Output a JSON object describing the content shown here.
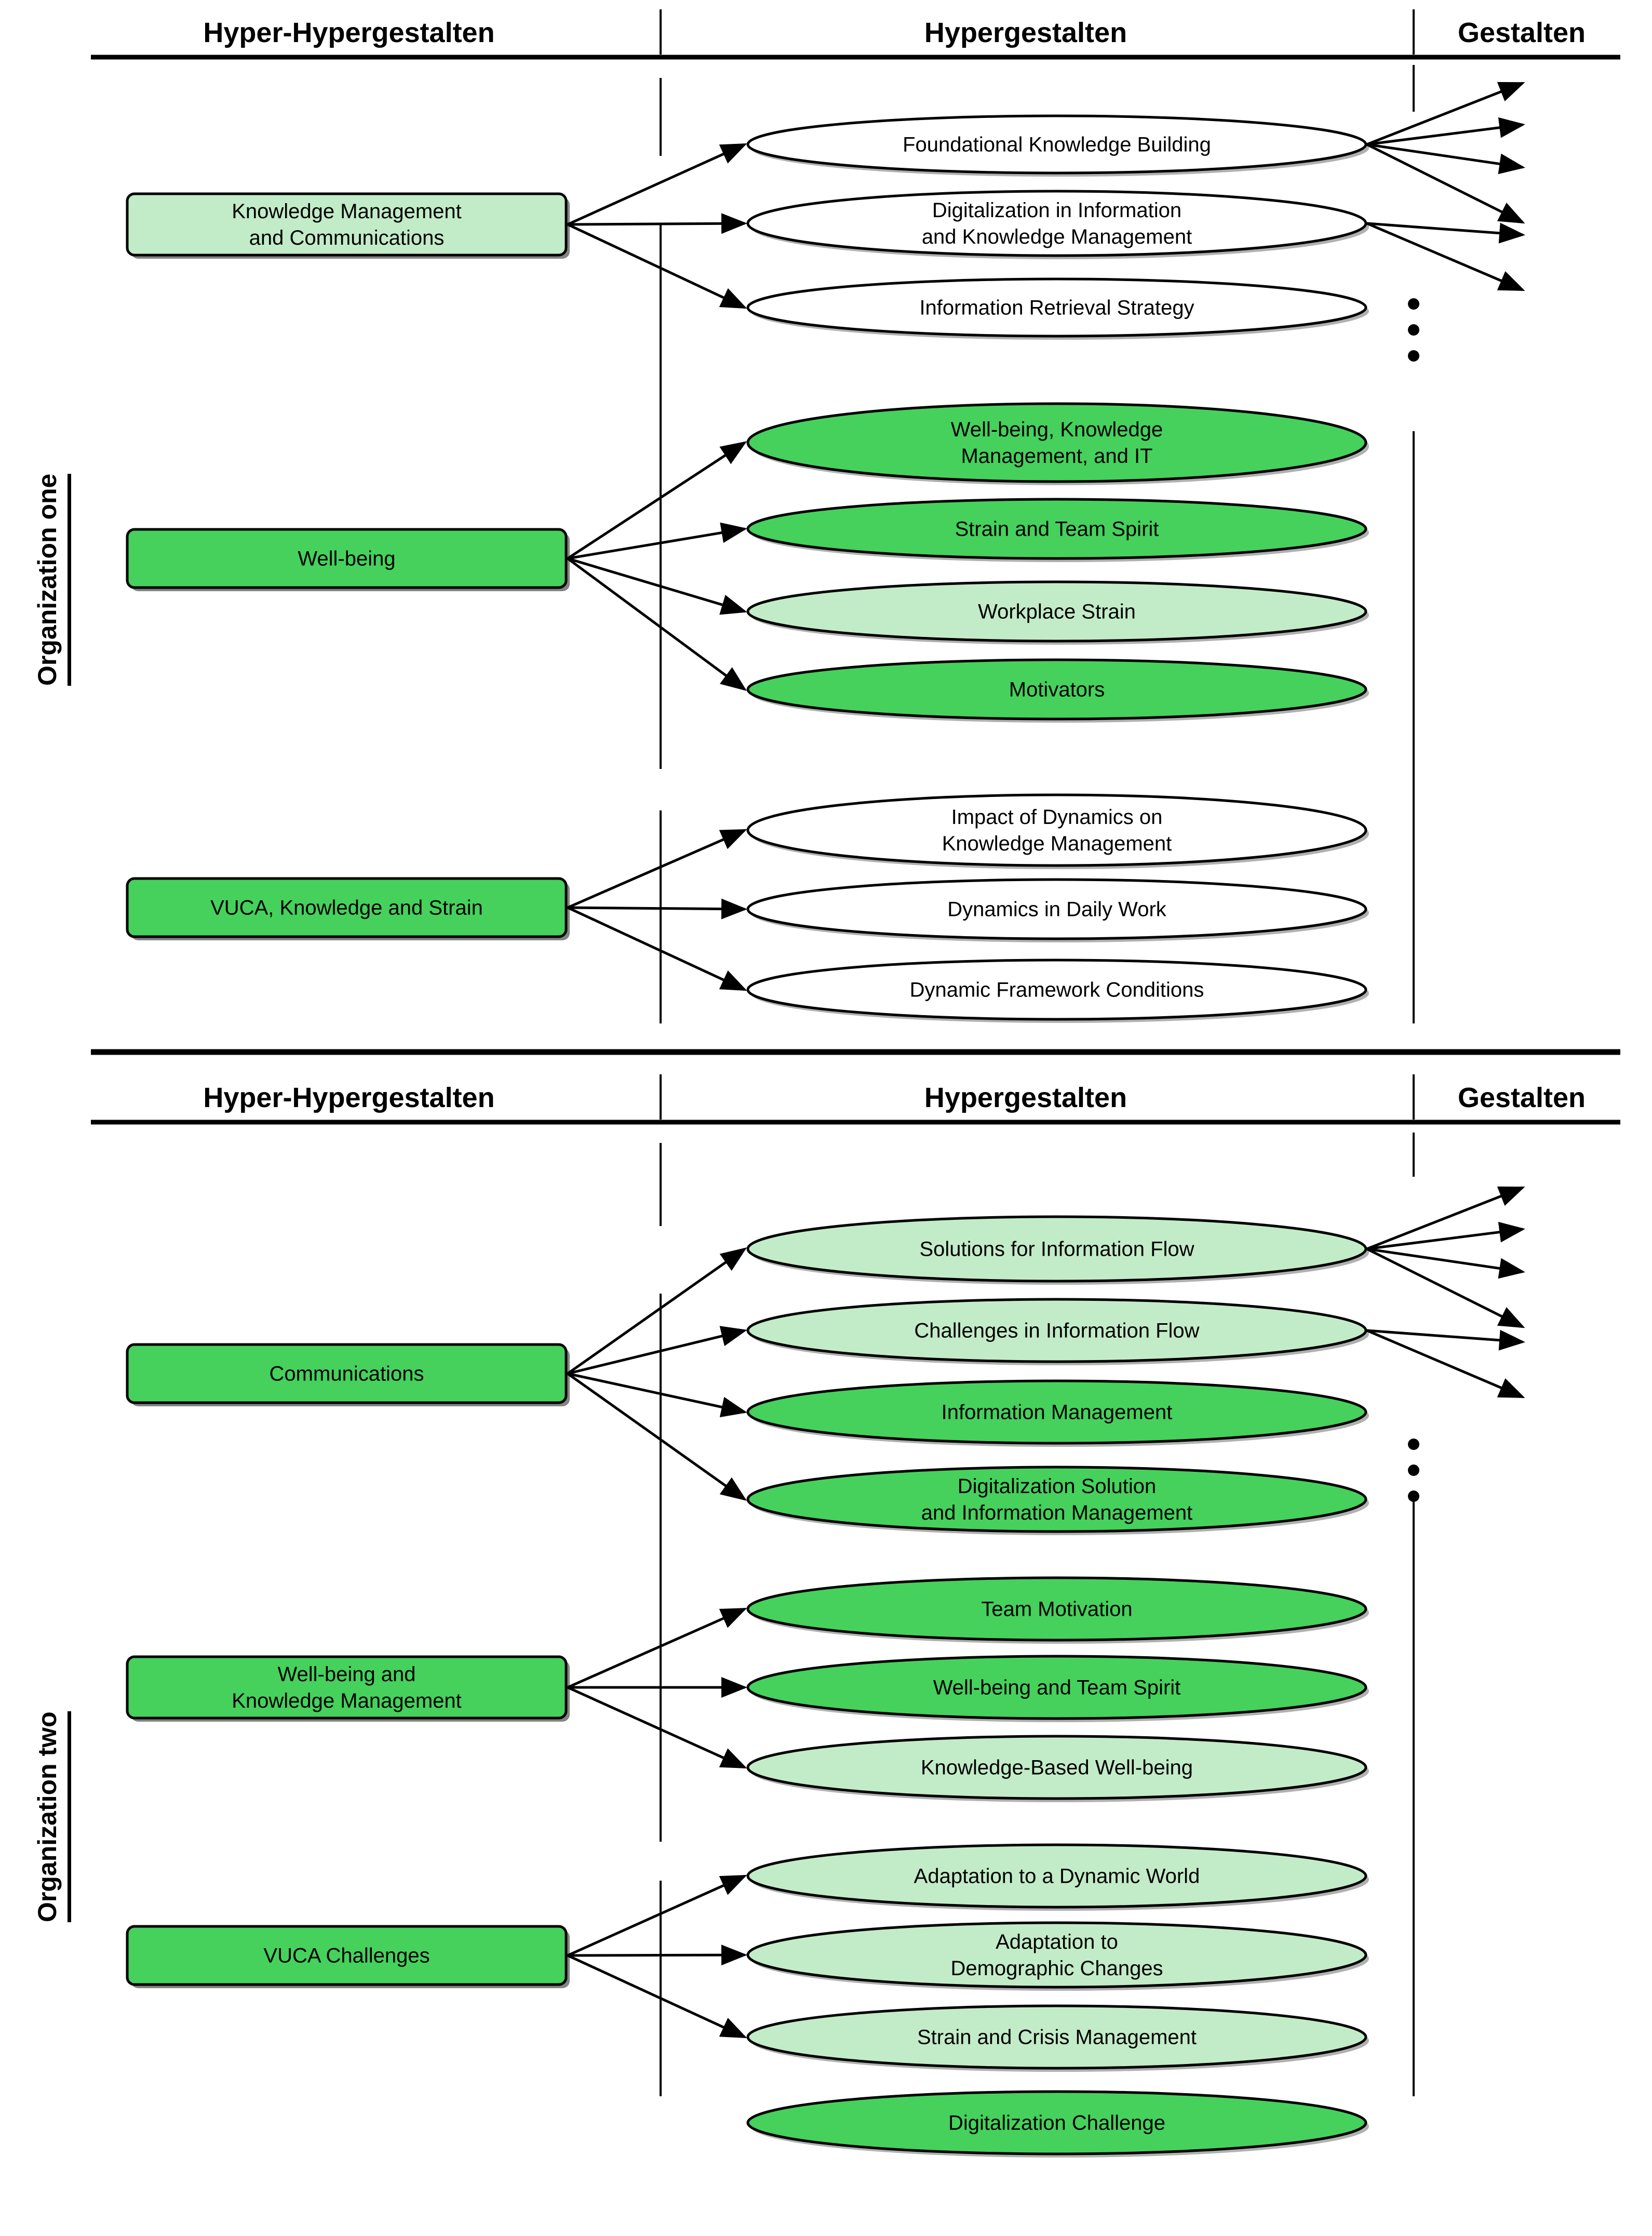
{
  "colors": {
    "green_dark": "#45d15c",
    "green_light": "#c2ecc7",
    "white": "#ffffff",
    "stroke": "#000000"
  },
  "sections": [
    {
      "side_label": "Organization one",
      "columns": {
        "left": "Hyper-Hypergestalten",
        "middle": "Hypergestalten",
        "right": "Gestalten"
      },
      "groups": [
        {
          "parent": {
            "label": "Knowledge Management and Communications",
            "fill": "green_light"
          },
          "children": [
            {
              "label": "Foundational Knowledge Building",
              "fill": "white",
              "out_arrows": 4
            },
            {
              "label": "Digitalization in Information and Knowledge Management",
              "fill": "white",
              "out_arrows": 2
            },
            {
              "label": "Information Retrieval Strategy",
              "fill": "white",
              "out_arrows": 0,
              "ellipsis": true
            }
          ]
        },
        {
          "parent": {
            "label": "Well-being",
            "fill": "green_dark"
          },
          "children": [
            {
              "label": "Well-being, Knowledge Management, and IT",
              "fill": "green_dark",
              "out_arrows": 0
            },
            {
              "label": "Strain and Team Spirit",
              "fill": "green_dark",
              "out_arrows": 0
            },
            {
              "label": "Workplace Strain",
              "fill": "green_light",
              "out_arrows": 0
            },
            {
              "label": "Motivators",
              "fill": "green_dark",
              "out_arrows": 0
            }
          ]
        },
        {
          "parent": {
            "label": "VUCA, Knowledge and Strain",
            "fill": "green_dark"
          },
          "children": [
            {
              "label": "Impact of Dynamics on Knowledge Management",
              "fill": "white",
              "out_arrows": 0
            },
            {
              "label": "Dynamics in Daily Work",
              "fill": "white",
              "out_arrows": 0
            },
            {
              "label": "Dynamic Framework Conditions",
              "fill": "white",
              "out_arrows": 0
            }
          ]
        }
      ]
    },
    {
      "side_label": "Organization two",
      "columns": {
        "left": "Hyper-Hypergestalten",
        "middle": "Hypergestalten",
        "right": "Gestalten"
      },
      "groups": [
        {
          "parent": {
            "label": "Communications",
            "fill": "green_dark"
          },
          "children": [
            {
              "label": "Solutions for Information Flow",
              "fill": "green_light",
              "out_arrows": 4
            },
            {
              "label": "Challenges in Information Flow",
              "fill": "green_light",
              "out_arrows": 2
            },
            {
              "label": "Information Management",
              "fill": "green_dark",
              "out_arrows": 0,
              "ellipsis": true
            },
            {
              "label": "Digitalization Solution and Information Management",
              "fill": "green_dark",
              "out_arrows": 0
            }
          ]
        },
        {
          "parent": {
            "label": "Well-being and Knowledge Management",
            "fill": "green_dark"
          },
          "children": [
            {
              "label": "Team Motivation",
              "fill": "green_dark",
              "out_arrows": 0
            },
            {
              "label": "Well-being and Team Spirit",
              "fill": "green_dark",
              "out_arrows": 0
            },
            {
              "label": "Knowledge-Based Well-being",
              "fill": "green_light",
              "out_arrows": 0
            }
          ]
        },
        {
          "parent": {
            "label": "VUCA Challenges",
            "fill": "green_dark"
          },
          "children": [
            {
              "label": "Adaptation to a Dynamic World",
              "fill": "green_light",
              "out_arrows": 0
            },
            {
              "label": "Adaptation to Demographic Changes",
              "fill": "green_light",
              "out_arrows": 0
            },
            {
              "label": "Strain and Crisis Management",
              "fill": "green_light",
              "out_arrows": 0
            },
            {
              "label": "Digitalization Challenge",
              "fill": "green_dark",
              "out_arrows": 0,
              "no_arrow_in": true
            }
          ]
        }
      ]
    }
  ]
}
